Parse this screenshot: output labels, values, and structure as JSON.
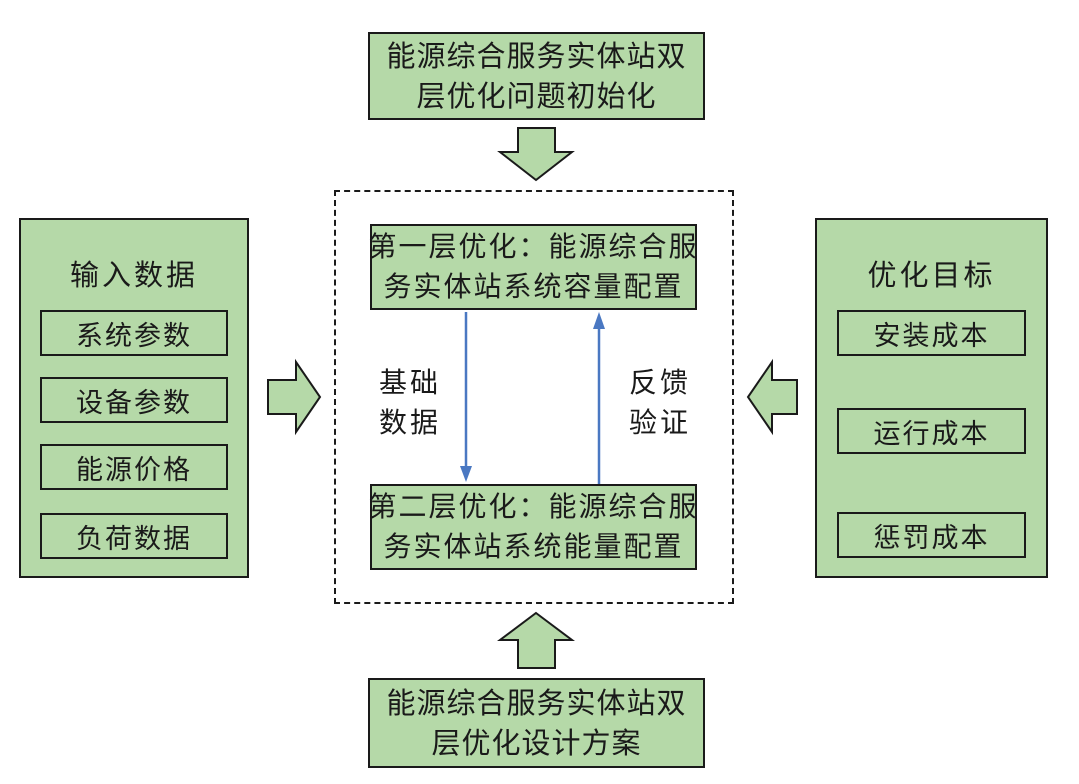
{
  "top_box": {
    "lines": [
      "能源综合服务实体站双",
      "层优化问题初始化"
    ]
  },
  "bottom_box": {
    "lines": [
      "能源综合服务实体站双",
      "层优化设计方案"
    ]
  },
  "input_panel": {
    "title": "输入数据",
    "items": [
      "系统参数",
      "设备参数",
      "能源价格",
      "负荷数据"
    ]
  },
  "objective_panel": {
    "title": "优化目标",
    "items": [
      "安装成本",
      "运行成本",
      "惩罚成本"
    ]
  },
  "layer1": {
    "lines": [
      "第一层优化：能源综合服",
      "务实体站系统容量配置"
    ]
  },
  "layer2": {
    "lines": [
      "第二层优化：能源综合服",
      "务实体站系统能量配置"
    ]
  },
  "down_label": [
    "基础",
    "数据"
  ],
  "up_label": [
    "反馈",
    "验证"
  ],
  "colors": {
    "box_fill": "#b5d9a8",
    "line_arrow": "#4a78c2",
    "border": "#1a1a1a"
  }
}
